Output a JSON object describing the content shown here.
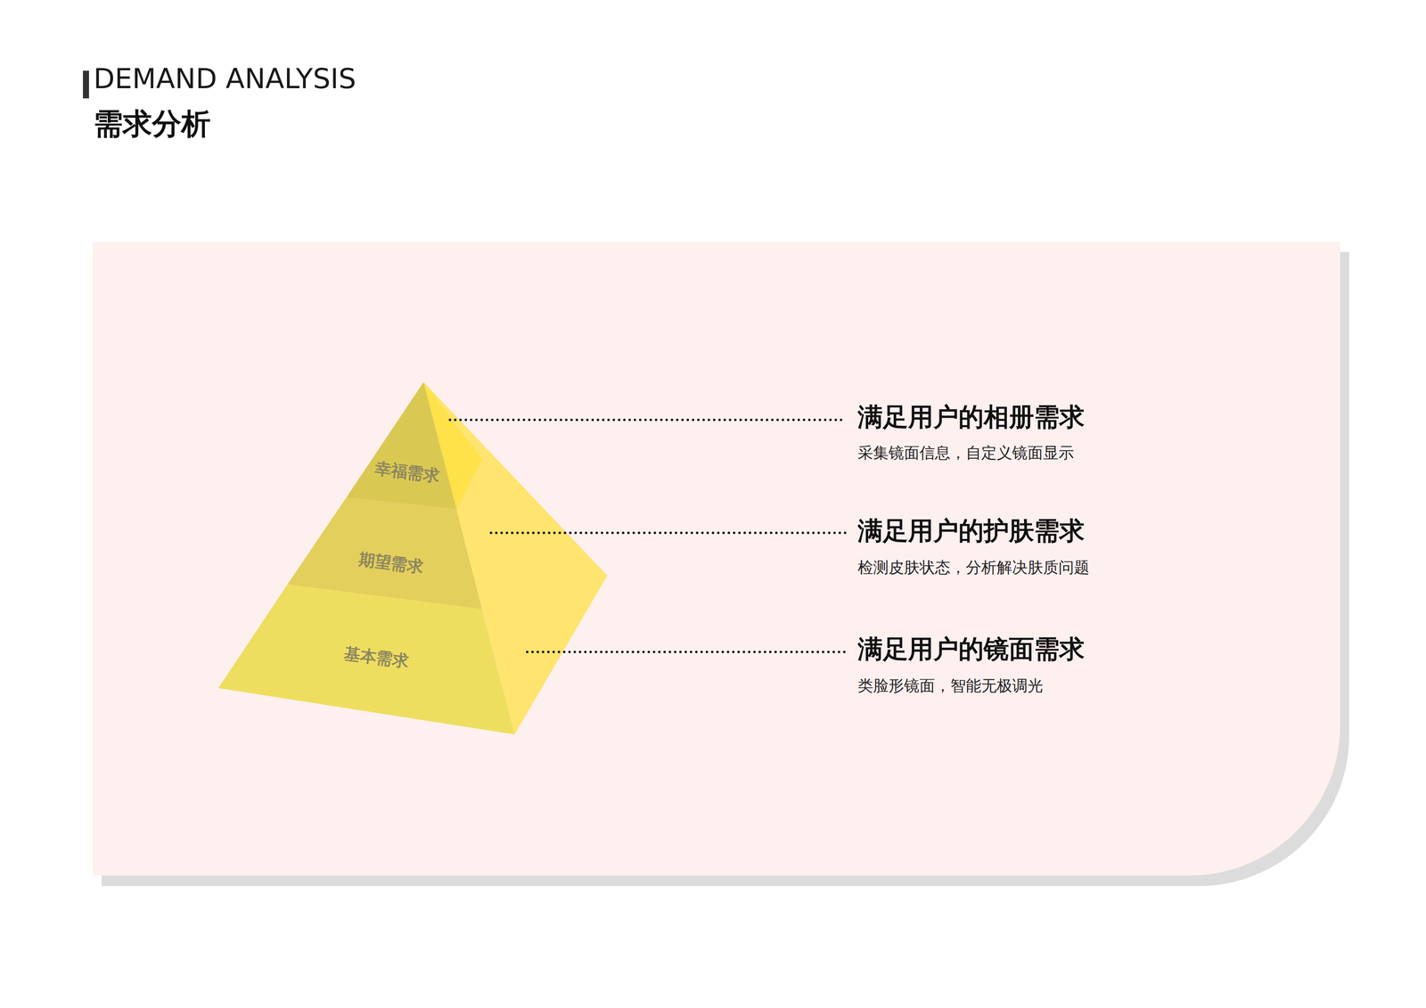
{
  "diagram": {
    "title": "需求分析",
    "nodes": [
      {
        "text": [
          "幸福需求"
        ]
      },
      {
        "text": [
          "期望需求"
        ]
      },
      {
        "text": [
          "基本需求"
        ]
      }
    ],
    "labels": [
      "DEMAND ANALYSIS",
      "满足用户的相册需求",
      "采集镜面信息，自定义镜面显示",
      "满足用户的护肤需求",
      "检测皮肤状态，分析解决肤质问题",
      "满足用户的镜面需求",
      "类脸形镜面，智能无极调光"
    ]
  }
}
